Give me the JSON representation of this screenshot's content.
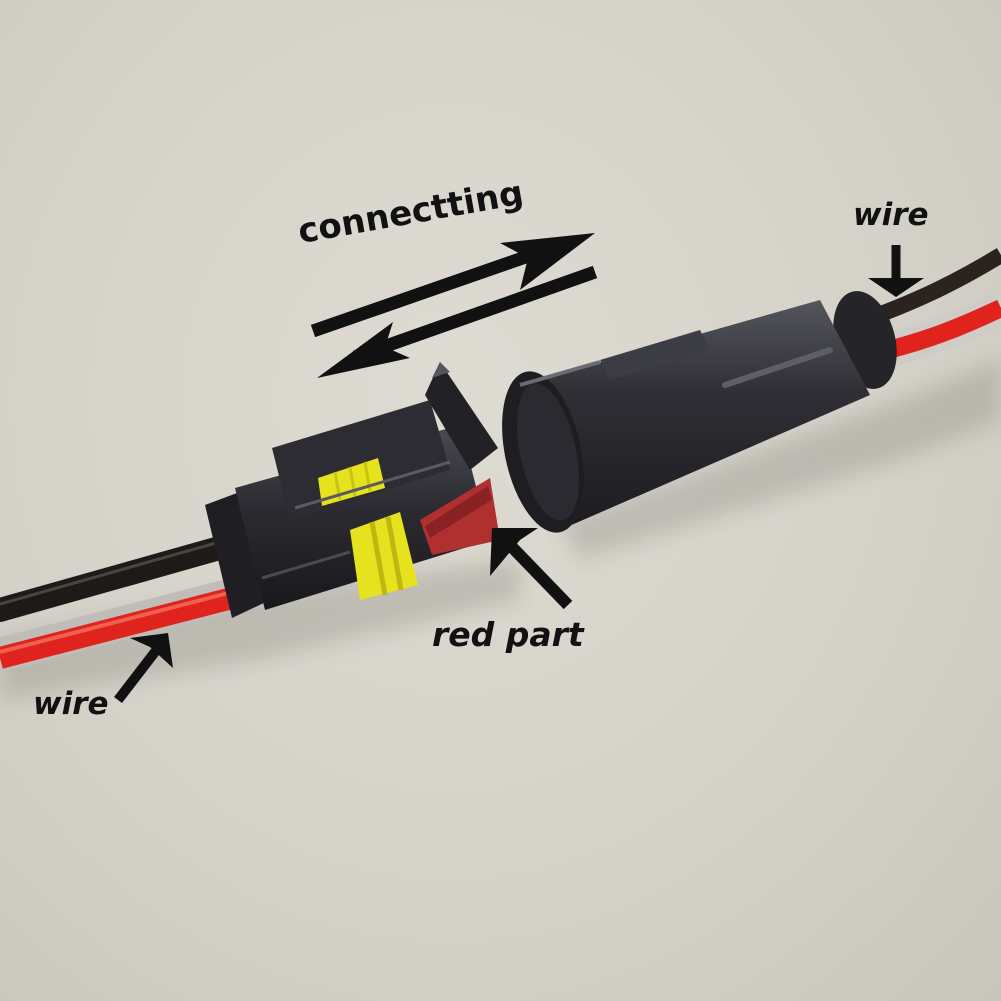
{
  "image": {
    "description": "Product photo of a 2-pin waterproof automotive wire connector (female and male halves) with red and black wires, annotated with arrows and labels",
    "background_color": "#d6d3ca",
    "colors": {
      "connector_body": "#2a2a2e",
      "seal_yellow": "#e6e21e",
      "red_lock": "#b03030",
      "wire_red": "#e0231c",
      "wire_black": "#1e1a18",
      "annotation": "#111111"
    }
  },
  "annotations": {
    "connecting": "connectting",
    "wire_right": "wire",
    "red_part": "red part",
    "wire_left": "wire"
  },
  "icons": {
    "double_arrow": "connect-arrows-icon",
    "arrow_wire_right": "arrow-down-icon",
    "arrow_red_part": "arrow-up-left-icon",
    "arrow_wire_left": "arrow-up-right-icon"
  }
}
